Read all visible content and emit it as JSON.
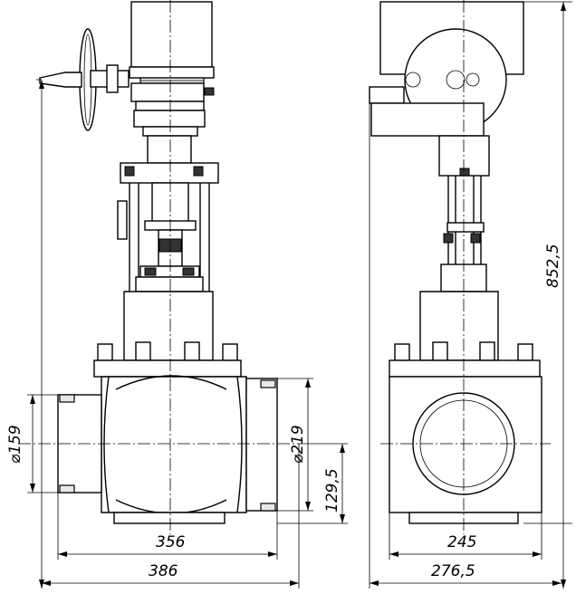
{
  "drawing": {
    "dimensions": {
      "d159": "⌀159",
      "d219": "⌀219",
      "h129_5": "129,5",
      "w356": "356",
      "w386": "386",
      "w245": "245",
      "w276_5": "276,5",
      "h852_5": "852,5"
    }
  }
}
